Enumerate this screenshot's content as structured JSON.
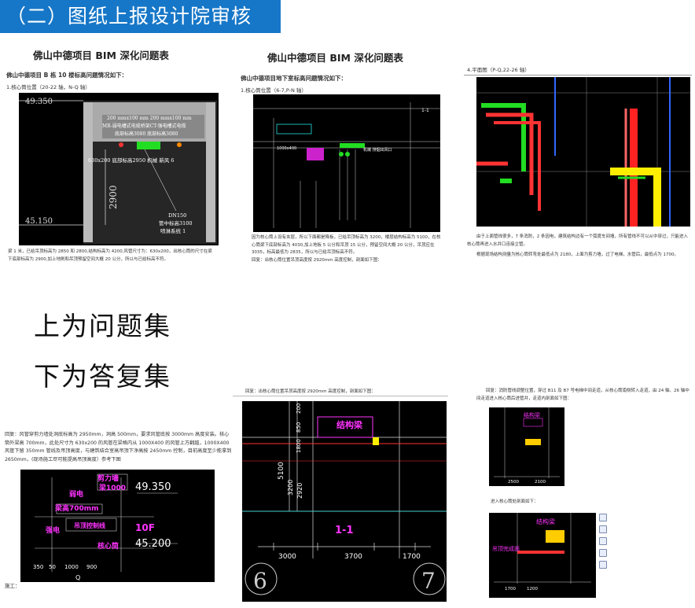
{
  "banner": {
    "title": "（二）图纸上报设计院审核"
  },
  "left_doc": {
    "title": "佛山中德项目 BIM 深化问题表",
    "subtitle": "佛山中德项目 B 栋 10 楼标高问题情况如下：",
    "item": "1.核心筒位置（20-22 轴，N-Q 轴）",
    "labels": {
      "top_left": "49.350",
      "bottom_left": "45.150",
      "dim": "2900",
      "row1": "200 mmx100 mm   200 mmx100 mm",
      "row2": "MR-弱电槽式电缆桥架CT-强电槽式电缆",
      "row3": "底部标高3080      底部标高3080",
      "duct": "630x200 底部标高2950 机械 新风 6",
      "pipe1": "DN150",
      "pipe2": "管中标高3100",
      "pipe3": "喷淋系统 1"
    },
    "note": "梁 1 米，已给吊顶标高为 2850 和 2800,结构标高为 4200,风管尺寸为：630x200，出核心筒的尺寸在梁下底部标高为 2900,加上地刷和吊顶预留空间大概 20 公分，所以与已给标高不符。"
  },
  "mid_doc": {
    "title": "佛山中德项目 BIM 深化问题表",
    "subtitle": "佛山中德项目地下室标高问题情况如下：",
    "item": "1.核心筒位置（6-7,P-N 轴）",
    "note": "因为核心筒上设有夹层，所以下面都是降板，已给吊顶标高为 3200，楼层结构标高为 5100，在核心筒梁下底部标高为 4030,加上地板 5 公分和吊顶 15 公分，预留空间大概 20 公分，吊顶应在 3035，标高最低为 2835，所以与已给吊顶标高不符。",
    "note2": "回复：出核心筒位置吊顶高度按 2920mm 高度控制，剖面如下图："
  },
  "right_doc": {
    "item": "4.平面图（P-Q,22-26 轴）",
    "note": "由于上面管线很多，7 条消防，2 条因电，建筑结构边有一个弧度车间墙，所有管线不可以从中穿过，只能进入核心筒再进入水井口连接立管。",
    "note2": "根据现场结构测量为核心筒转弯处最低点为 2180，上面为剪力墙，过了电梯，水管后，最低点为 1700。"
  },
  "center_text": {
    "line1": "上为问题集",
    "line2": "下为答复集"
  },
  "answer_left": {
    "text": "回复：风管穿剪力墙处洞底标高为 2950mm，洞高 500mm，要求风管底按 3000mm 高度安装。核心筒外梁高 700mm，此处尺寸为 630x200 的风管在梁格内从 1000X400 的风管上方翻越，1000X400 风管下留 350mm 管线及吊顶高度，与建筑结合室高吊顶下净高按 2450mm 控制，目前高度至少能拿到 2650mm，(现场施工尽可能提高吊顶高度）参考下图",
    "footer": "施工：",
    "labels": {
      "wall": "剪力墙",
      "beam": "梁1000",
      "weak": "弱电",
      "beamh": "梁高700mm",
      "ceiling": "吊顶控制线",
      "strong": "强电",
      "floor": "10F",
      "core": "核心筒",
      "e1": "49.350",
      "e2": "45.200",
      "q": "Q",
      "d1": "350",
      "d2": "50",
      "d3": "1000",
      "d4": "900"
    }
  },
  "answer_mid": {
    "text": "回复：出核心筒位置吊顶高度按 2920mm 高度控制，剖面如下图：",
    "labels": {
      "beam": "结构梁",
      "section": "1-1",
      "d1": "3000",
      "d2": "3700",
      "d3": "1700",
      "v1": "5100",
      "v2": "3200",
      "v3": "2920",
      "v4": "200",
      "v5": "850",
      "v6": "1800",
      "ax1": "6",
      "ax2": "7"
    }
  },
  "answer_right": {
    "text": "回复：消防管线调整位置，穿过 B11 及 B7 号电梯中间走道，从核心筒南侧转入走道，由 24 轴、26 轴中间走道进入核心筒后进管井，走道内剖面如下图：",
    "note": "进入核心筒处剖面如下：",
    "labels": {
      "beam": "结构梁",
      "ceiling": "吊顶完成面",
      "d1": "2500",
      "d2": "2100",
      "d3": "1700",
      "d4": "1200"
    }
  },
  "colors": {
    "banner": "#1677c8",
    "cad_bg": "#000000",
    "magenta": "#ff33ff",
    "yellow": "#ffee00",
    "green": "#22dd22",
    "red": "#ff2222",
    "cyan": "#22e0e0"
  }
}
